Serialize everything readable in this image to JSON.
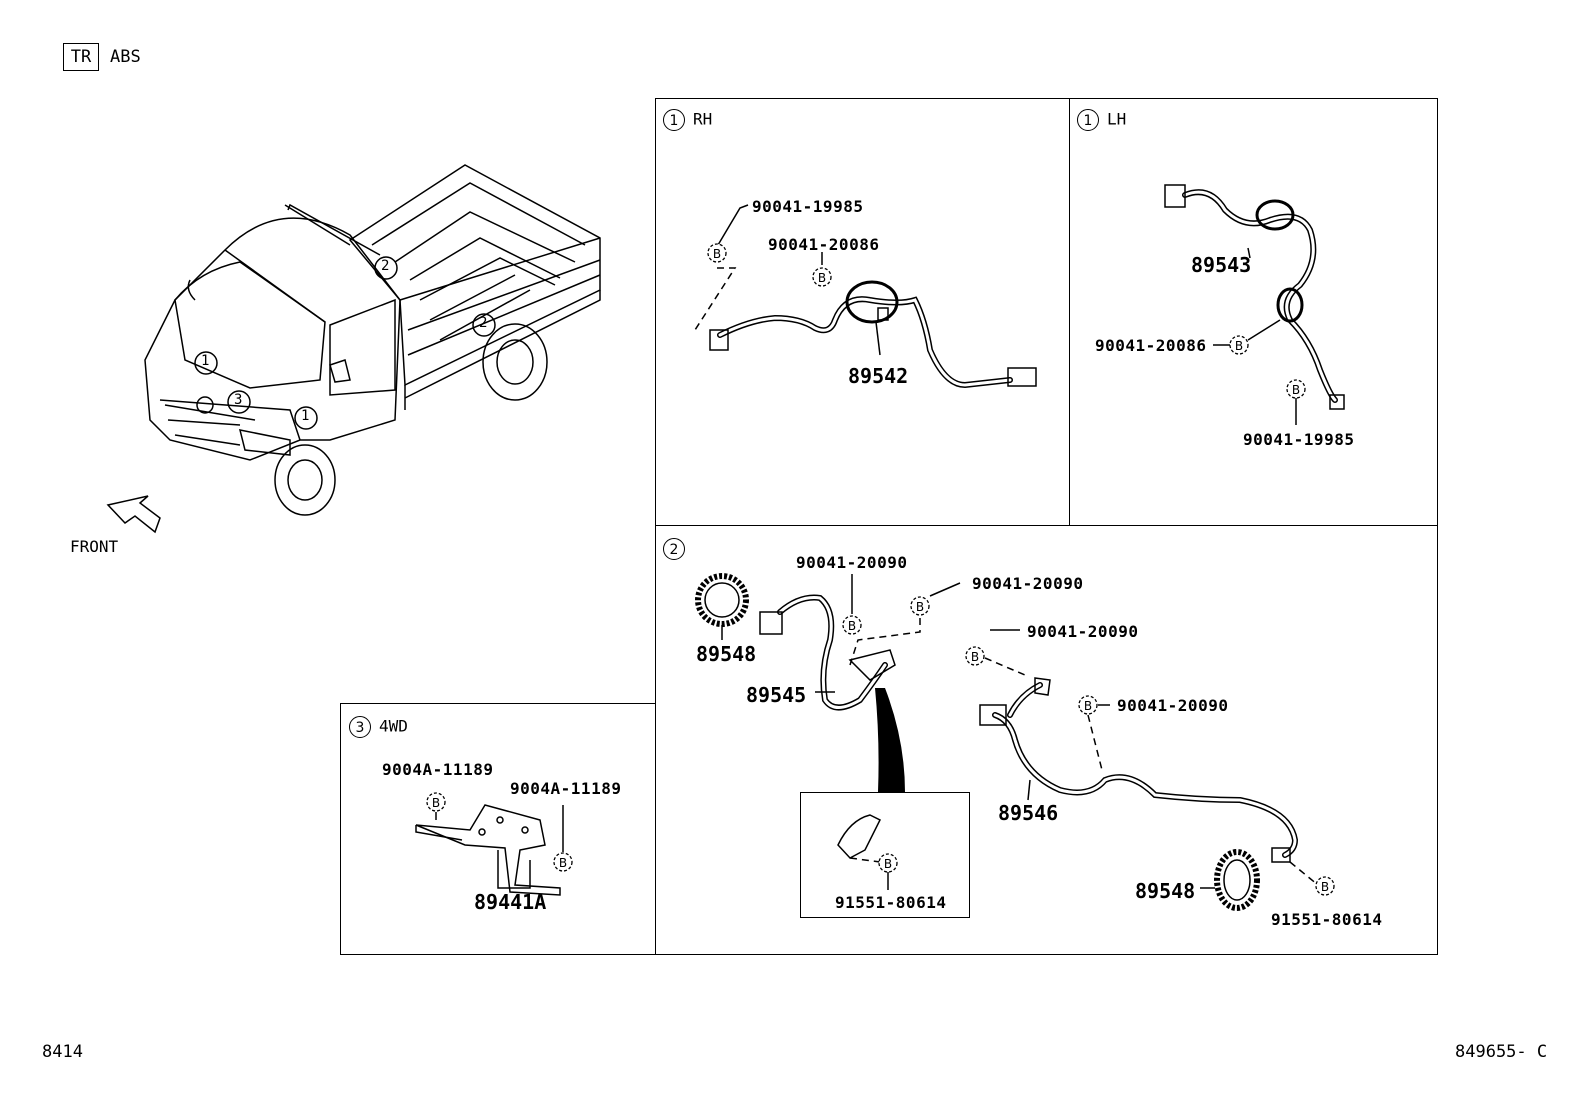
{
  "header": {
    "tag": "TR",
    "system": "ABS"
  },
  "vehicle": {
    "callouts": [
      "1",
      "2",
      "3"
    ],
    "front_label": "FRONT"
  },
  "panel_rh": {
    "num": "1",
    "side": "RH",
    "parts": [
      "90041-19985",
      "90041-20086",
      "89542"
    ],
    "bolt": "B"
  },
  "panel_lh": {
    "num": "1",
    "side": "LH",
    "parts": [
      "89543",
      "90041-20086",
      "90041-19985"
    ],
    "bolt": "B"
  },
  "panel_rear": {
    "num": "2",
    "parts": [
      "90041-20090",
      "90041-20090",
      "90041-20090",
      "90041-20090",
      "89548",
      "89545",
      "89546",
      "89548",
      "91551-80614",
      "91551-80614"
    ],
    "bolt": "B"
  },
  "panel_4wd": {
    "num": "3",
    "label": "4WD",
    "parts": [
      "9004A-11189",
      "9004A-11189",
      "89441A"
    ],
    "bolt": "B"
  },
  "footer": {
    "left": "8414",
    "right": "849655- C"
  }
}
